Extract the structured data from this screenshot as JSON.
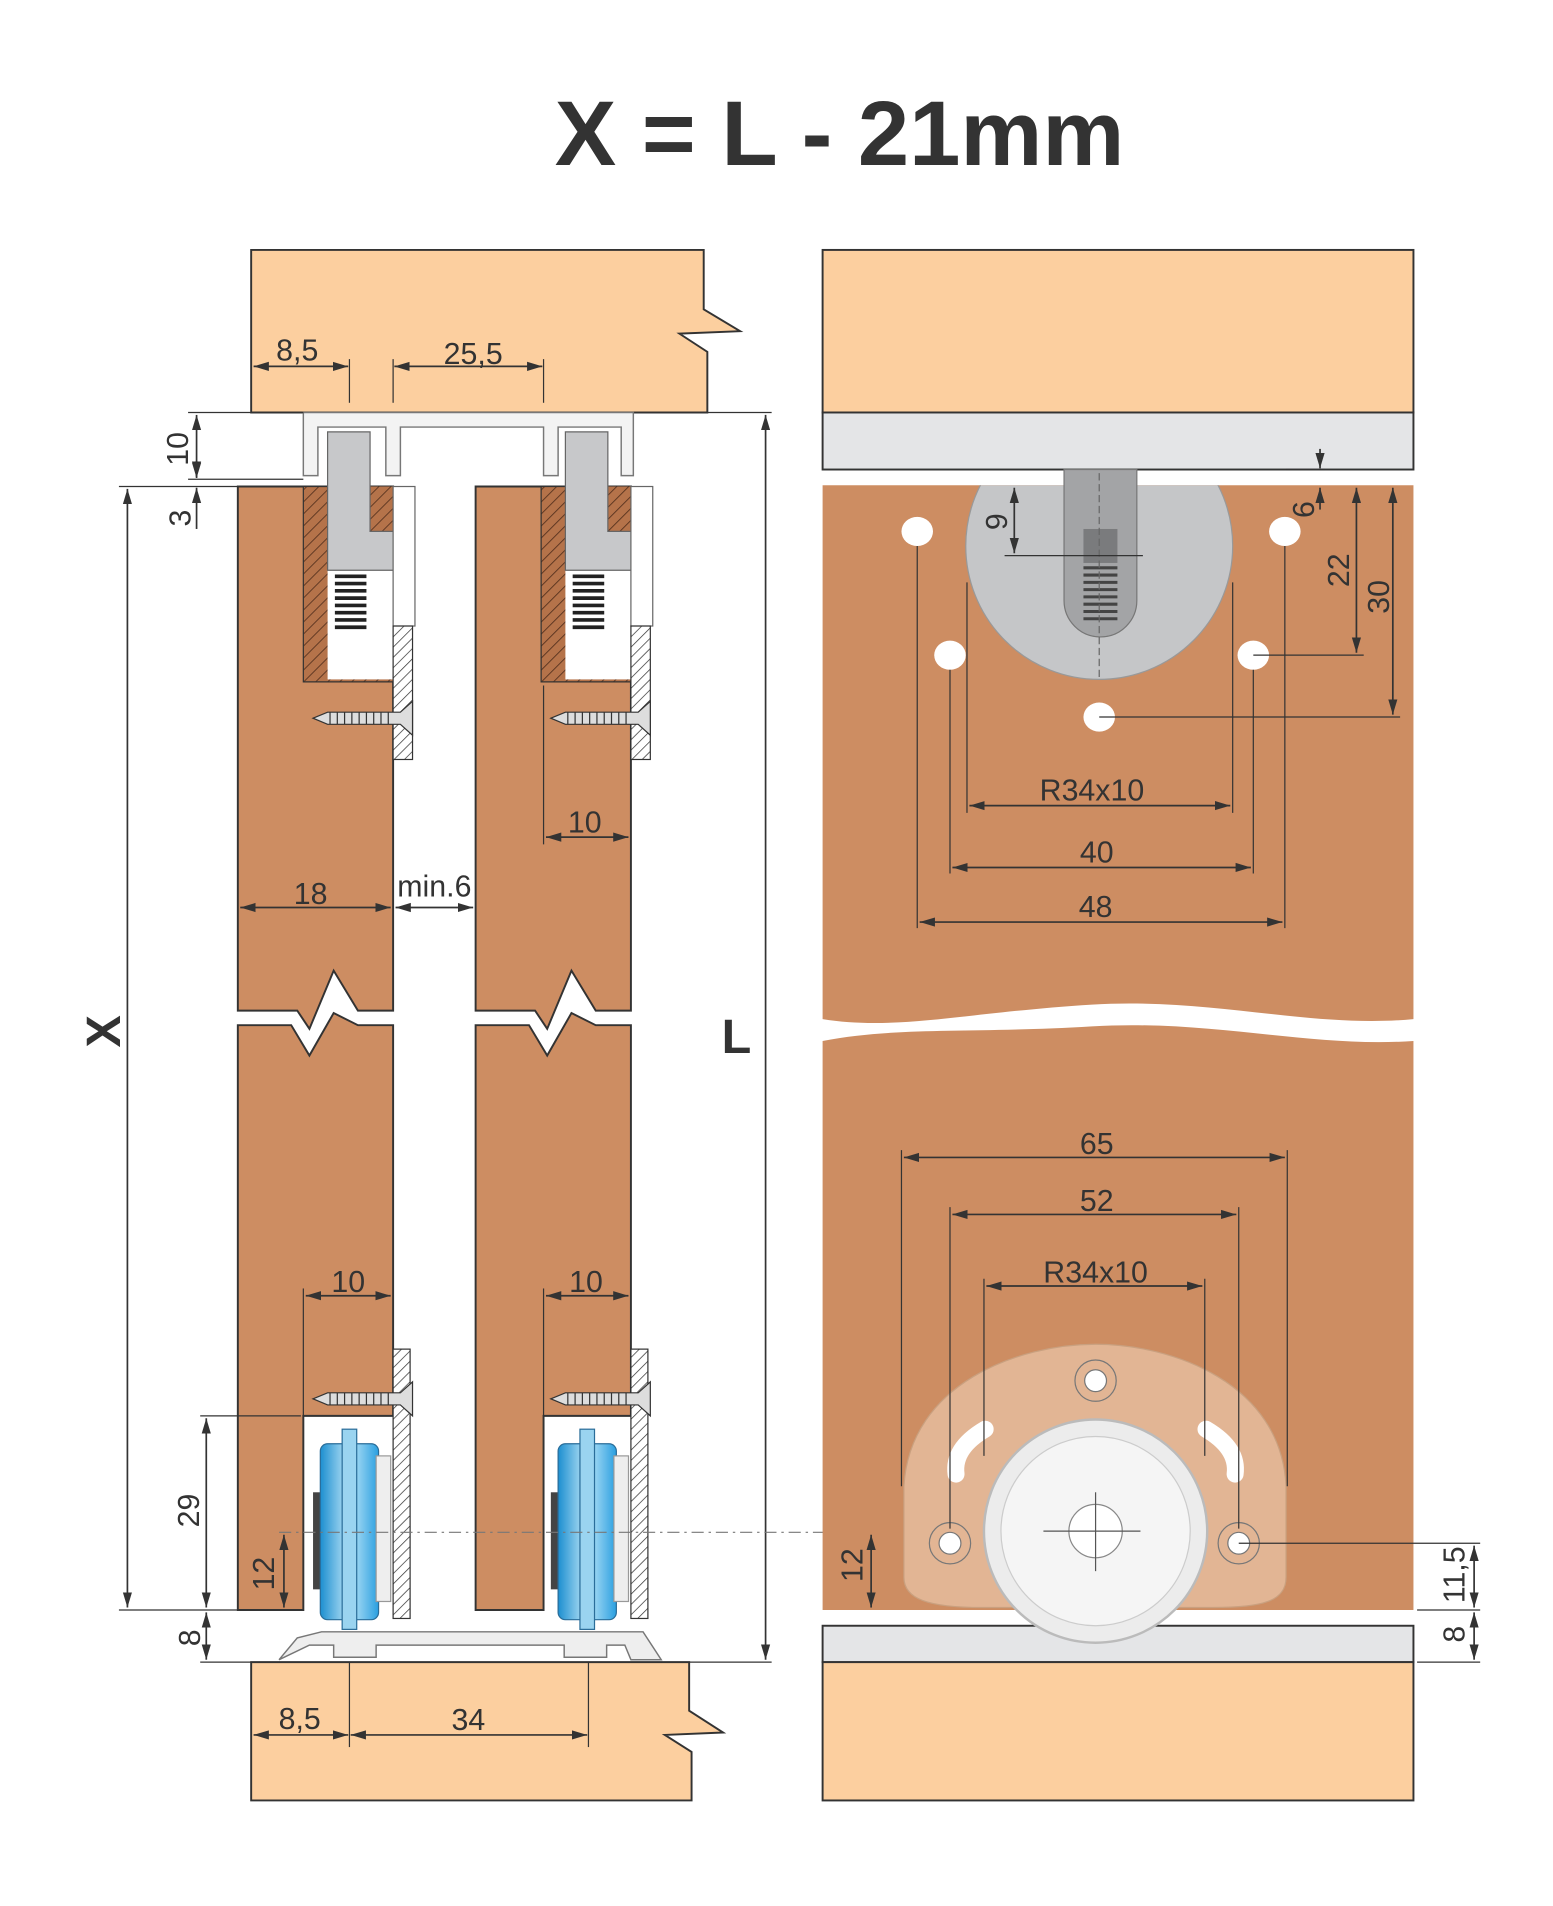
{
  "title": "X = L - 21mm",
  "colors": {
    "board": "#fccf9f",
    "door": "#cd8d62",
    "rail": "#e4e5e7",
    "hardware": "#c5c6c8",
    "wheel": "#3ab0e8"
  },
  "side_view": {
    "top_offset": "8,5",
    "top_spacing": "25,5",
    "track_height": "10",
    "top_gap": "3",
    "door_height_label": "X",
    "opening_height_label": "L",
    "door_thickness": "18",
    "door_gap": "min.6",
    "top_screw_offset": "10",
    "bottom_screw_offset_left": "10",
    "bottom_screw_offset_right": "10",
    "roller_cutout_height": "29",
    "roller_axis_height": "12",
    "bottom_gap": "8",
    "bottom_offset": "8,5",
    "bottom_spacing": "34"
  },
  "front_view": {
    "guide_depth": "9",
    "hole_offset_top": "6",
    "hole_offset_mid": "22",
    "hole_offset_low": "30",
    "top_radius": "R34x10",
    "top_spacing_inner": "40",
    "top_spacing_outer": "48",
    "bottom_spacing_outer": "65",
    "bottom_spacing_inner": "52",
    "bottom_radius": "R34x10",
    "roller_axis_height": "12",
    "roller_hole_height": "11,5",
    "bottom_gap": "8"
  }
}
